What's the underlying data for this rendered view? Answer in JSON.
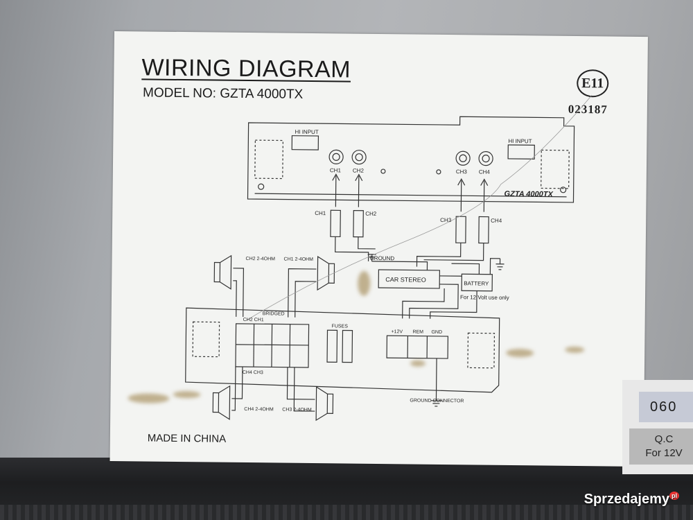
{
  "label": {
    "title": "WIRING DIAGRAM",
    "model": "MODEL NO: GZTA 4000TX",
    "origin": "MADE IN CHINA",
    "cert_mark": "E11",
    "cert_number": "023187"
  },
  "amp_top": {
    "model_badge": "GZTA 4000TX",
    "hi_input_left": "HI INPUT",
    "hi_input_right": "HI INPUT",
    "ch1": "CH1",
    "ch2": "CH2",
    "ch3": "CH3",
    "ch4": "CH4"
  },
  "rca": {
    "ch1": "CH1",
    "ch2": "CH2",
    "ch3": "CH3",
    "ch4": "CH4"
  },
  "wiring": {
    "ground": "GROUND",
    "car_stereo": "CAR STEREO",
    "battery": "BATTERY",
    "battery_note": "For 12 Volt use only",
    "ground_connector": "GROUND CONNECTOR"
  },
  "speakers": {
    "top_left": "CH2 2-4OHM",
    "top_right": "CH1 2-4OHM",
    "bottom_left": "CH4 2-4OHM",
    "bottom_right": "CH3 2-4OHM"
  },
  "amp_bottom": {
    "bridged": "BRIDGED",
    "fuses": "FUSES",
    "plus12v": "+12V",
    "rem": "REM",
    "gnd": "GND",
    "bridge_top": "CH2 CH1",
    "bridge_bottom": "CH4 CH3"
  },
  "sticker": {
    "number": "060",
    "qc": "Q.C",
    "volt": "For 12V"
  },
  "watermark": "Sprzedajemy"
}
